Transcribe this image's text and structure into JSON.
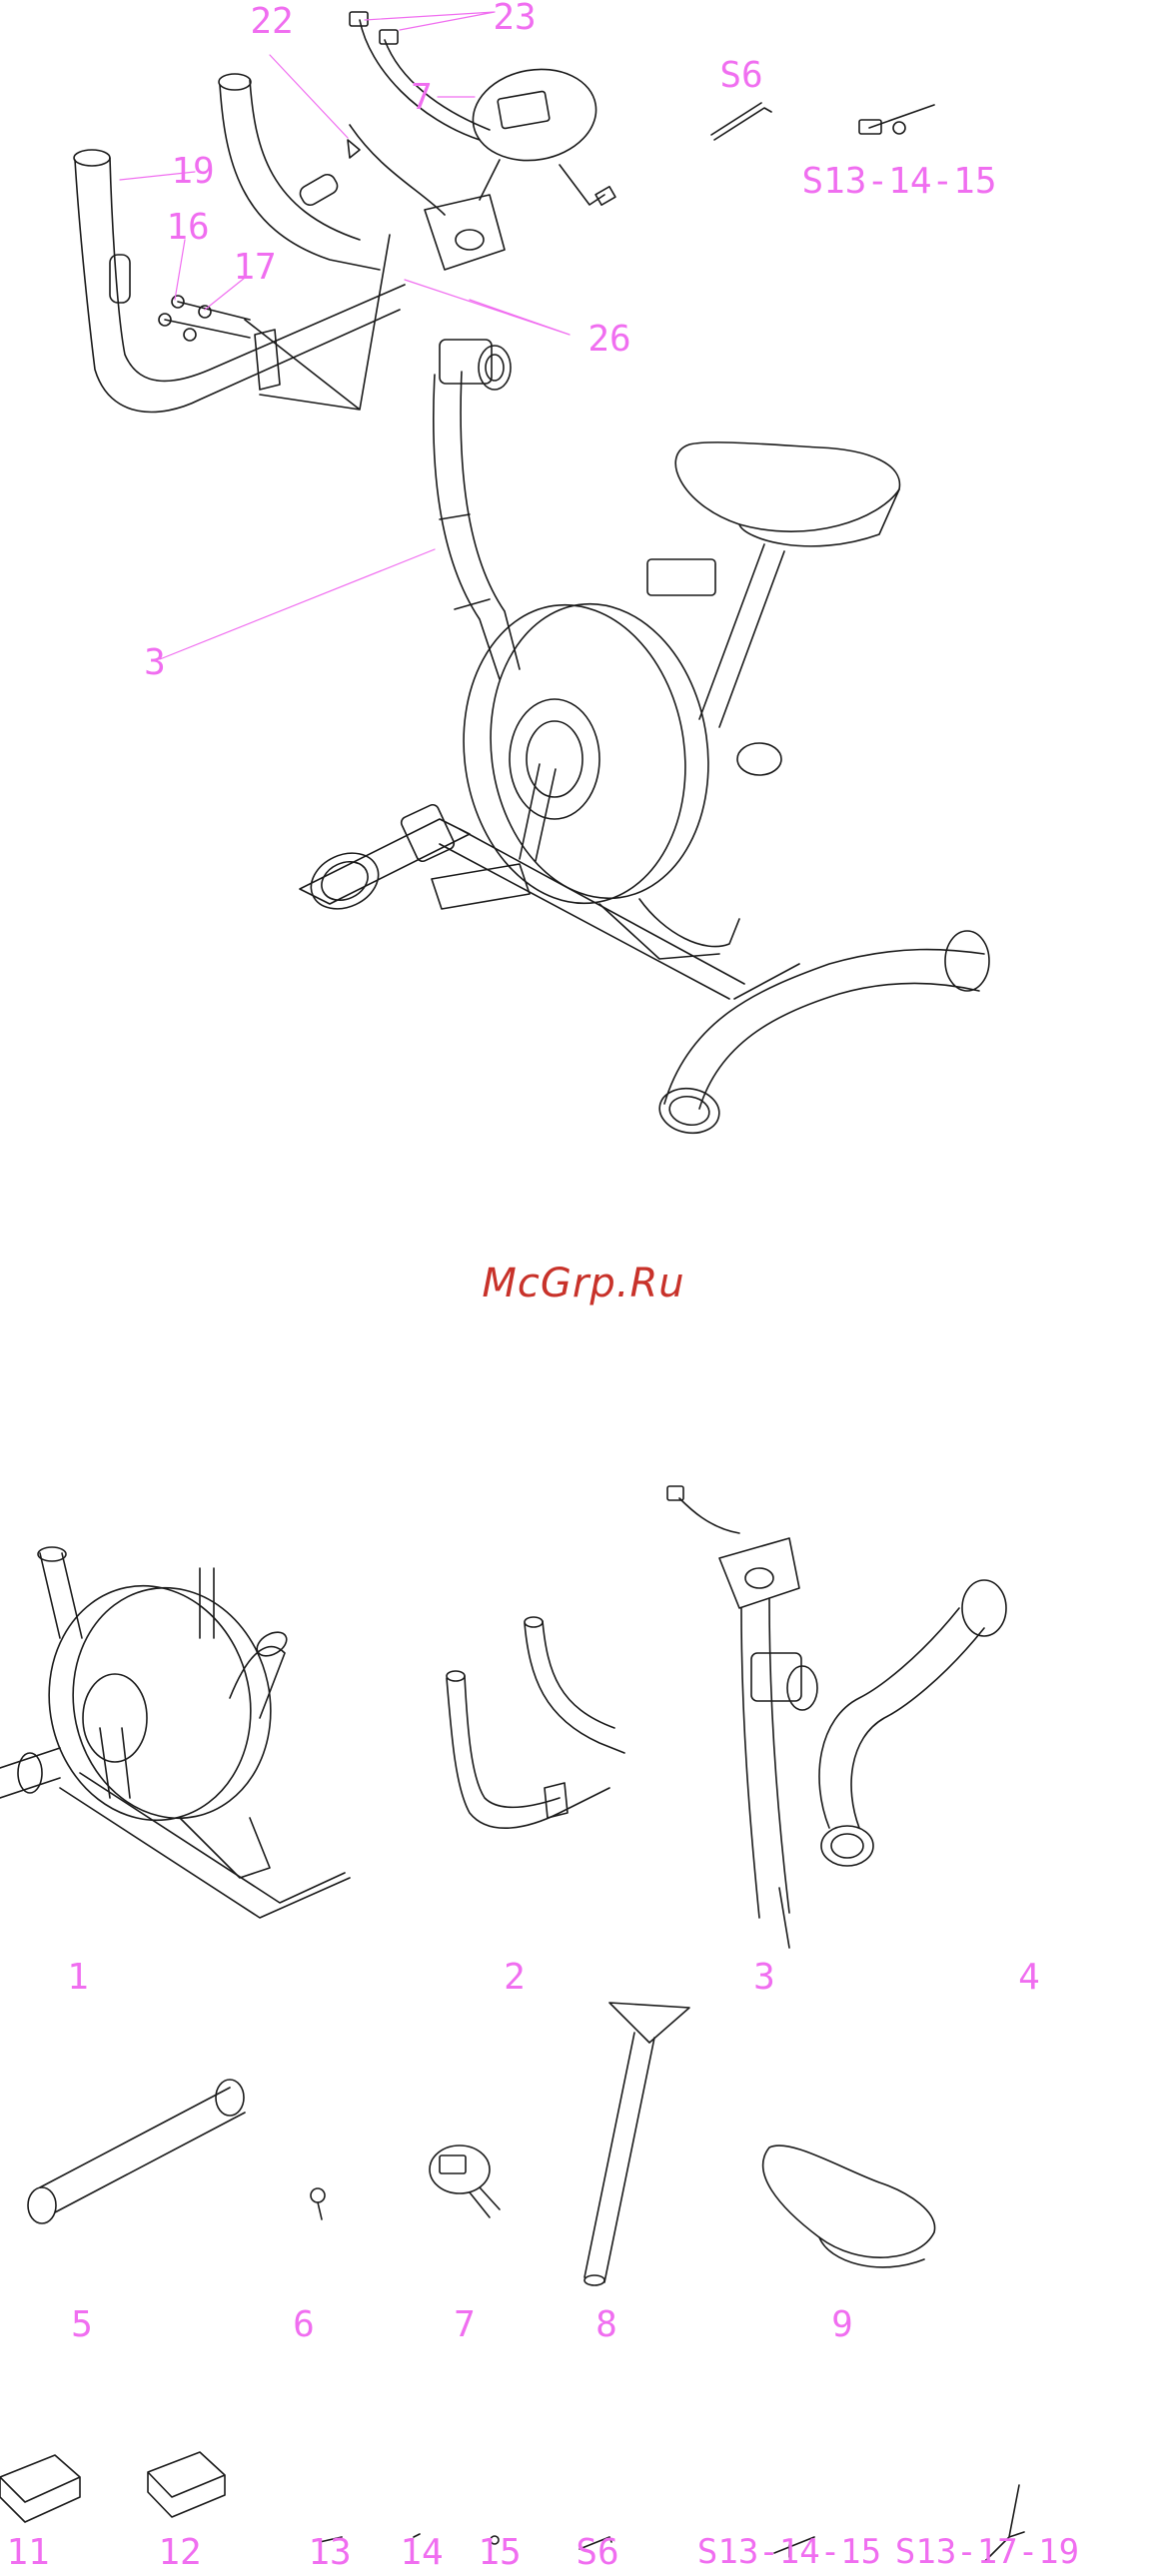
{
  "watermark": "McGrp.Ru",
  "assembly_labels": {
    "l22": "22",
    "l23": "23",
    "l7": "7",
    "l19": "19",
    "l16": "16",
    "l17": "17",
    "l26": "26",
    "l3": "3",
    "lS6": "S6",
    "lS131415": "S13-14-15"
  },
  "parts_labels": {
    "p1": "1",
    "p2": "2",
    "p3": "3",
    "p4": "4",
    "p5": "5",
    "p6": "6",
    "p7": "7",
    "p8": "8",
    "p9": "9",
    "p11": "11",
    "p12": "12",
    "p13": "13",
    "p14": "14",
    "p15": "15",
    "pS6": "S6",
    "pS131415": "S13-14-15",
    "pS131719": "S13-17-19"
  },
  "colors": {
    "label": "#f06ef0",
    "line": "#1a1a1a",
    "watermark": "#c8322a"
  }
}
